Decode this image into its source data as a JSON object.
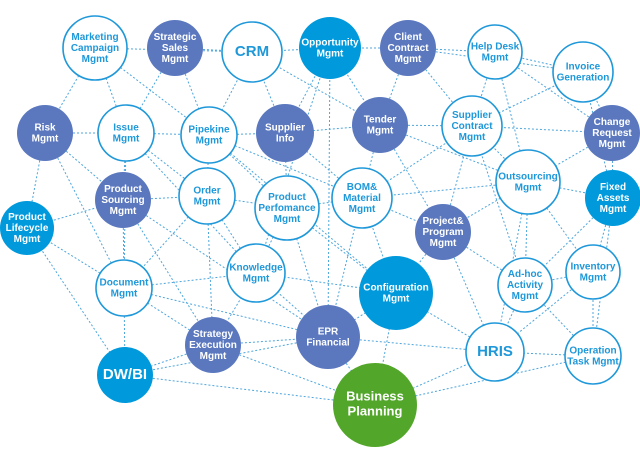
{
  "colors": {
    "outline": "#1f98d9",
    "outline_fill": "#ffffff",
    "outline_text": "#1f98d9",
    "cyan": "#0099dc",
    "purple": "#5b78bf",
    "green": "#52a629",
    "filled_text": "#ffffff",
    "edge": "#4ea6dc"
  },
  "nodes": [
    {
      "id": "marketing",
      "label": "Marketing\nCampaign\nMgmt",
      "style": "outline"
    },
    {
      "id": "strategic_sales",
      "label": "Strategic\nSales\nMgmt",
      "style": "purple"
    },
    {
      "id": "crm",
      "label": "CRM",
      "style": "outline"
    },
    {
      "id": "opportunity",
      "label": "Opportunity\nMgmt",
      "style": "cyan"
    },
    {
      "id": "client_contract",
      "label": "Client\nContract\nMgmt",
      "style": "purple"
    },
    {
      "id": "helpdesk",
      "label": "Help Desk\nMgmt",
      "style": "outline"
    },
    {
      "id": "invoice",
      "label": "Invoice\nGeneration",
      "style": "outline"
    },
    {
      "id": "risk",
      "label": "Risk\nMgmt",
      "style": "purple"
    },
    {
      "id": "issue",
      "label": "Issue\nMgmt",
      "style": "outline"
    },
    {
      "id": "pipeline",
      "label": "Pipekine\nMgmt",
      "style": "outline"
    },
    {
      "id": "supplier_info",
      "label": "Supplier\nInfo",
      "style": "purple"
    },
    {
      "id": "tender",
      "label": "Tender\nMgmt",
      "style": "purple"
    },
    {
      "id": "supplier_contract",
      "label": "Supplier\nContract\nMgmt",
      "style": "outline"
    },
    {
      "id": "change_request",
      "label": "Change\nRequest\nMgmt",
      "style": "purple"
    },
    {
      "id": "product_lifecycle",
      "label": "Product\nLifecycle\nMgmt",
      "style": "cyan"
    },
    {
      "id": "product_sourcing",
      "label": "Product\nSourcing\nMgmt",
      "style": "purple"
    },
    {
      "id": "order",
      "label": "Order\nMgmt",
      "style": "outline"
    },
    {
      "id": "product_performance",
      "label": "Product\nPerfomance\nMgmt",
      "style": "outline"
    },
    {
      "id": "bom",
      "label": "BOM&\nMaterial\nMgmt",
      "style": "outline"
    },
    {
      "id": "outsourcing",
      "label": "Outsourcing\nMgmt",
      "style": "outline"
    },
    {
      "id": "fixed_assets",
      "label": "Fixed\nAssets\nMgmt",
      "style": "cyan"
    },
    {
      "id": "project_program",
      "label": "Project&\nProgram\nMgmt",
      "style": "purple"
    },
    {
      "id": "document",
      "label": "Document\nMgmt",
      "style": "outline"
    },
    {
      "id": "knowledge",
      "label": "Knowledge\nMgmt",
      "style": "outline"
    },
    {
      "id": "configuration",
      "label": "Configuration\nMgmt",
      "style": "cyan"
    },
    {
      "id": "adhoc",
      "label": "Ad-hoc\nActivity\nMgmt",
      "style": "outline"
    },
    {
      "id": "inventory",
      "label": "Inventory\nMgmt",
      "style": "outline"
    },
    {
      "id": "strategy_exec",
      "label": "Strategy\nExecution\nMgmt",
      "style": "purple"
    },
    {
      "id": "epr",
      "label": "EPR\nFinancial",
      "style": "purple"
    },
    {
      "id": "hris",
      "label": "HRIS",
      "style": "outline"
    },
    {
      "id": "operation_task",
      "label": "Operation\nTask Mgmt",
      "style": "outline"
    },
    {
      "id": "dwbi",
      "label": "DW/BI",
      "style": "cyan"
    },
    {
      "id": "business_planning",
      "label": "Business\nPlanning",
      "style": "green"
    }
  ],
  "edges": [
    [
      "marketing",
      "crm"
    ],
    [
      "marketing",
      "risk"
    ],
    [
      "marketing",
      "pipeline"
    ],
    [
      "marketing",
      "issue"
    ],
    [
      "strategic_sales",
      "crm"
    ],
    [
      "strategic_sales",
      "issue"
    ],
    [
      "strategic_sales",
      "pipeline"
    ],
    [
      "crm",
      "opportunity"
    ],
    [
      "crm",
      "pipeline"
    ],
    [
      "crm",
      "supplier_info"
    ],
    [
      "crm",
      "tender"
    ],
    [
      "opportunity",
      "client_contract"
    ],
    [
      "opportunity",
      "supplier_info"
    ],
    [
      "opportunity",
      "tender"
    ],
    [
      "opportunity",
      "epr"
    ],
    [
      "opportunity",
      "knowledge"
    ],
    [
      "client_contract",
      "helpdesk"
    ],
    [
      "client_contract",
      "tender"
    ],
    [
      "client_contract",
      "supplier_contract"
    ],
    [
      "client_contract",
      "invoice"
    ],
    [
      "helpdesk",
      "supplier_contract"
    ],
    [
      "helpdesk",
      "invoice"
    ],
    [
      "helpdesk",
      "change_request"
    ],
    [
      "helpdesk",
      "outsourcing"
    ],
    [
      "invoice",
      "change_request"
    ],
    [
      "invoice",
      "fixed_assets"
    ],
    [
      "invoice",
      "supplier_contract"
    ],
    [
      "risk",
      "issue"
    ],
    [
      "risk",
      "product_lifecycle"
    ],
    [
      "risk",
      "product_sourcing"
    ],
    [
      "risk",
      "document"
    ],
    [
      "issue",
      "pipeline"
    ],
    [
      "issue",
      "product_sourcing"
    ],
    [
      "issue",
      "order"
    ],
    [
      "issue",
      "document"
    ],
    [
      "issue",
      "knowledge"
    ],
    [
      "pipeline",
      "supplier_info"
    ],
    [
      "pipeline",
      "order"
    ],
    [
      "pipeline",
      "product_performance"
    ],
    [
      "pipeline",
      "bom"
    ],
    [
      "pipeline",
      "configuration"
    ],
    [
      "supplier_info",
      "tender"
    ],
    [
      "supplier_info",
      "product_performance"
    ],
    [
      "supplier_info",
      "bom"
    ],
    [
      "tender",
      "supplier_contract"
    ],
    [
      "tender",
      "bom"
    ],
    [
      "tender",
      "project_program"
    ],
    [
      "tender",
      "outsourcing"
    ],
    [
      "supplier_contract",
      "change_request"
    ],
    [
      "supplier_contract",
      "outsourcing"
    ],
    [
      "supplier_contract",
      "bom"
    ],
    [
      "supplier_contract",
      "project_program"
    ],
    [
      "supplier_contract",
      "adhoc"
    ],
    [
      "change_request",
      "fixed_assets"
    ],
    [
      "change_request",
      "outsourcing"
    ],
    [
      "product_lifecycle",
      "document"
    ],
    [
      "product_lifecycle",
      "product_sourcing"
    ],
    [
      "product_lifecycle",
      "dwbi"
    ],
    [
      "product_sourcing",
      "order"
    ],
    [
      "product_sourcing",
      "document"
    ],
    [
      "product_sourcing",
      "strategy_exec"
    ],
    [
      "product_sourcing",
      "epr"
    ],
    [
      "order",
      "product_performance"
    ],
    [
      "order",
      "knowledge"
    ],
    [
      "order",
      "document"
    ],
    [
      "order",
      "strategy_exec"
    ],
    [
      "product_performance",
      "bom"
    ],
    [
      "product_performance",
      "knowledge"
    ],
    [
      "product_performance",
      "epr"
    ],
    [
      "product_performance",
      "configuration"
    ],
    [
      "bom",
      "outsourcing"
    ],
    [
      "bom",
      "project_program"
    ],
    [
      "bom",
      "configuration"
    ],
    [
      "bom",
      "epr"
    ],
    [
      "outsourcing",
      "fixed_assets"
    ],
    [
      "outsourcing",
      "project_program"
    ],
    [
      "outsourcing",
      "adhoc"
    ],
    [
      "outsourcing",
      "inventory"
    ],
    [
      "outsourcing",
      "hris"
    ],
    [
      "fixed_assets",
      "inventory"
    ],
    [
      "fixed_assets",
      "adhoc"
    ],
    [
      "fixed_assets",
      "operation_task"
    ],
    [
      "project_program",
      "configuration"
    ],
    [
      "project_program",
      "adhoc"
    ],
    [
      "project_program",
      "hris"
    ],
    [
      "document",
      "knowledge"
    ],
    [
      "document",
      "strategy_exec"
    ],
    [
      "document",
      "dwbi"
    ],
    [
      "document",
      "epr"
    ],
    [
      "knowledge",
      "configuration"
    ],
    [
      "knowledge",
      "epr"
    ],
    [
      "knowledge",
      "strategy_exec"
    ],
    [
      "configuration",
      "epr"
    ],
    [
      "configuration",
      "hris"
    ],
    [
      "configuration",
      "business_planning"
    ],
    [
      "adhoc",
      "inventory"
    ],
    [
      "adhoc",
      "hris"
    ],
    [
      "adhoc",
      "operation_task"
    ],
    [
      "inventory",
      "operation_task"
    ],
    [
      "inventory",
      "hris"
    ],
    [
      "strategy_exec",
      "epr"
    ],
    [
      "strategy_exec",
      "dwbi"
    ],
    [
      "strategy_exec",
      "business_planning"
    ],
    [
      "epr",
      "hris"
    ],
    [
      "epr",
      "business_planning"
    ],
    [
      "epr",
      "dwbi"
    ],
    [
      "hris",
      "operation_task"
    ],
    [
      "hris",
      "business_planning"
    ],
    [
      "operation_task",
      "business_planning"
    ],
    [
      "dwbi",
      "business_planning"
    ]
  ]
}
